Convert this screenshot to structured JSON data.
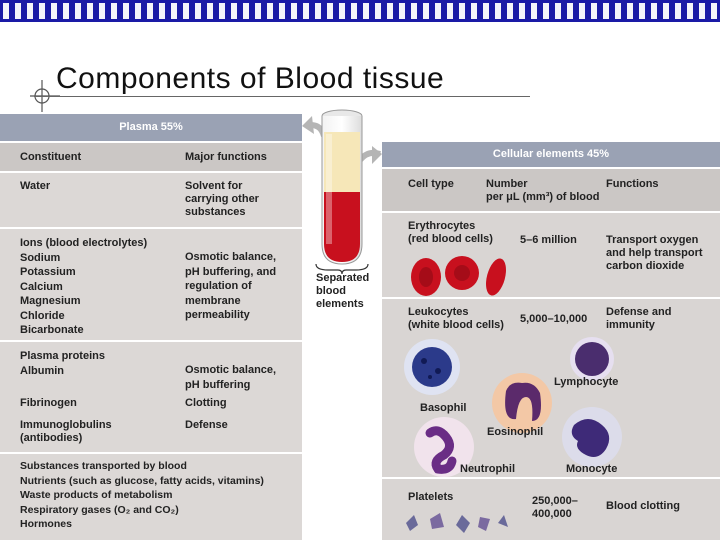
{
  "slide": {
    "title": "Components of Blood tissue"
  },
  "plasma": {
    "header": "Plasma 55%",
    "col_constituent": "Constituent",
    "col_functions": "Major functions",
    "rows": [
      {
        "constituent": "Water",
        "functions": "Solvent for\ncarrying other\nsubstances"
      },
      {
        "constituent": "Ions (blood electrolytes)\n   Sodium\n   Potassium\n   Calcium\n   Magnesium\n   Chloride\n   Bicarbonate",
        "functions": "Osmotic balance,\npH buffering, and\nregulation of\nmembrane\npermeability"
      },
      {
        "constituent": "Plasma proteins\n   Albumin",
        "functions": "Osmotic balance,\npH buffering"
      },
      {
        "constituent": "   Fibrinogen",
        "functions": "Clotting"
      },
      {
        "constituent": "   Immunoglobulins\n   (antibodies)",
        "functions": "Defense"
      },
      {
        "constituent": "Substances transported by blood\n   Nutrients (such as glucose, fatty acids, vitamins)\n   Waste products of metabolism\n   Respiratory gases (O₂ and CO₂)\n   Hormones",
        "functions": ""
      }
    ]
  },
  "tube": {
    "label": "Separated\nblood\nelements"
  },
  "cellular": {
    "header": "Cellular elements 45%",
    "col_type": "Cell type",
    "col_number": "Number\nper μL (mm³) of blood",
    "col_functions": "Functions",
    "rows": [
      {
        "type": "Erythrocytes\n(red blood cells)",
        "number": "5–6 million",
        "functions": "Transport oxygen\nand help transport\ncarbon dioxide"
      },
      {
        "type": "Leukocytes\n(white blood cells)",
        "number": "5,000–10,000",
        "functions": "Defense and\nimmunity"
      },
      {
        "type": "Platelets",
        "number": "250,000–\n400,000",
        "functions": "Blood clotting"
      }
    ],
    "cell_labels": {
      "basophil": "Basophil",
      "lymphocyte": "Lymphocyte",
      "eosinophil": "Eosinophil",
      "neutrophil": "Neutrophil",
      "monocyte": "Monocyte"
    }
  },
  "colors": {
    "header_blue": "#9aa2b4",
    "blood_red": "#c8101e",
    "top_bar": "#1a1aa6"
  }
}
